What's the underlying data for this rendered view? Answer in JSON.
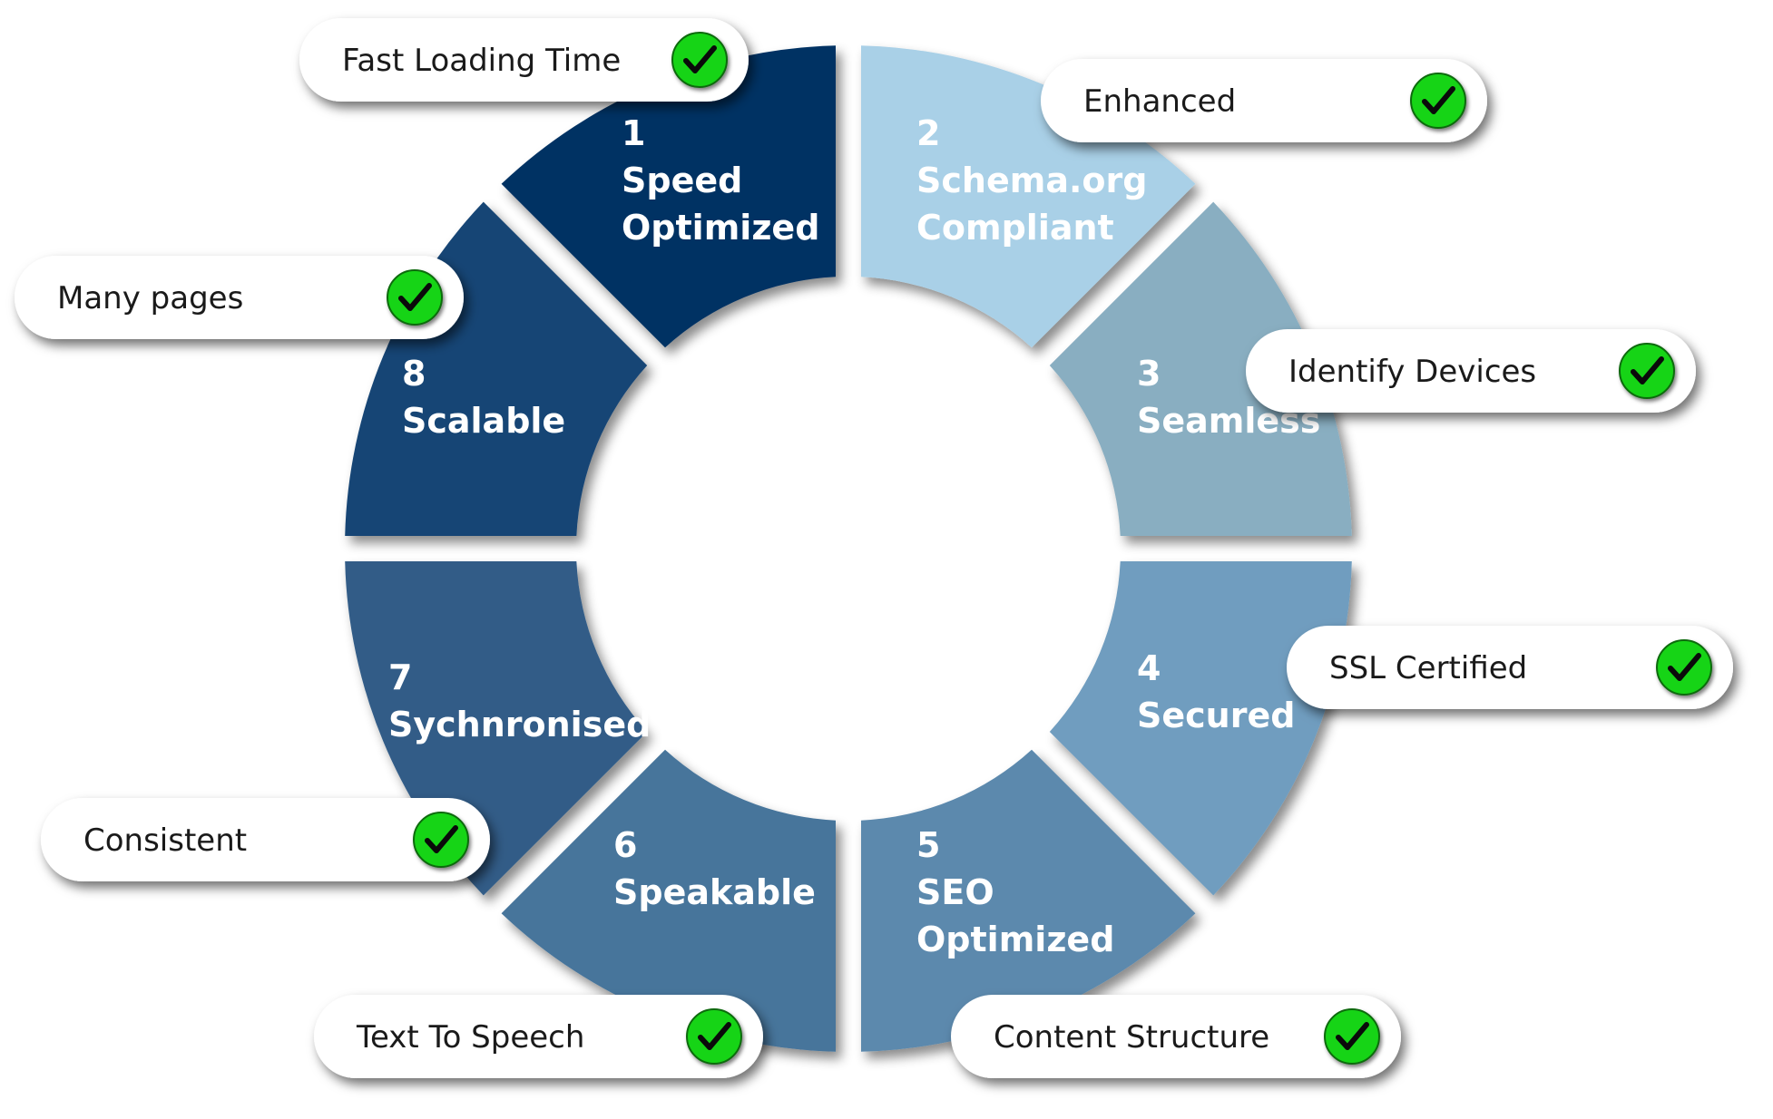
{
  "segments": [
    {
      "number": "1",
      "lines": [
        "Speed",
        "Optimized"
      ],
      "color": "#033263"
    },
    {
      "number": "2",
      "lines": [
        "Schema.org",
        "Compliant"
      ],
      "color": "#a9d0e7"
    },
    {
      "number": "3",
      "lines": [
        "Seamless"
      ],
      "color": "#89aec1"
    },
    {
      "number": "4",
      "lines": [
        "Secured"
      ],
      "color": "#6f9dbf"
    },
    {
      "number": "5",
      "lines": [
        "SEO",
        "Optimized"
      ],
      "color": "#5b89ad"
    },
    {
      "number": "6",
      "lines": [
        "Speakable"
      ],
      "color": "#46749b"
    },
    {
      "number": "7",
      "lines": [
        "Sychnronised"
      ],
      "color": "#305c87"
    },
    {
      "number": "8",
      "lines": [
        "Scalable"
      ],
      "color": "#174574"
    }
  ],
  "callouts": [
    {
      "text": "Fast Loading Time",
      "icon": "check-icon"
    },
    {
      "text": "Enhanced",
      "icon": "check-icon"
    },
    {
      "text": "Identify Devices",
      "icon": "check-icon"
    },
    {
      "text": "SSL Certified",
      "icon": "check-icon"
    },
    {
      "text": "Content Structure",
      "icon": "check-icon"
    },
    {
      "text": "Text To Speech",
      "icon": "check-icon"
    },
    {
      "text": "Consistent",
      "icon": "check-icon"
    },
    {
      "text": "Many pages",
      "icon": "check-icon"
    }
  ],
  "colors": {
    "check_fill": "#16d416",
    "check_mark": "#0a0a0a",
    "pill_bg": "#ffffff"
  }
}
